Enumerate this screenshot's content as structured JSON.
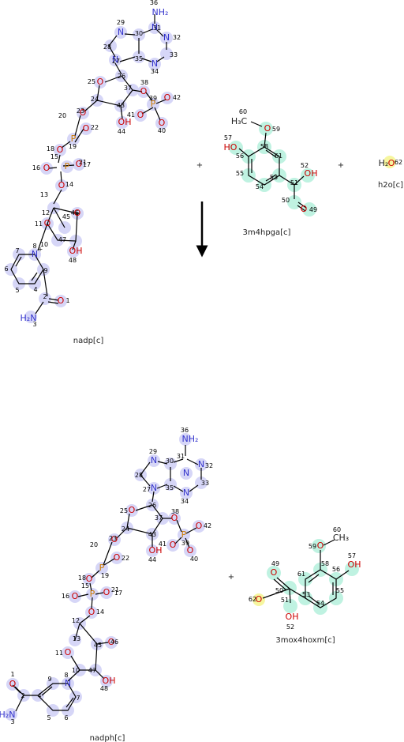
{
  "reaction": {
    "reactants": [
      {
        "name": "nadp[c]"
      },
      {
        "name": "3m4hpga[c]"
      },
      {
        "name": "h2o[c]"
      }
    ],
    "products": [
      {
        "name": "nadph[c]"
      },
      {
        "name": "3mox4hoxm[c]"
      }
    ],
    "operators": {
      "plus": "+"
    }
  },
  "colors": {
    "nitrogen": "#3333cc",
    "oxygen": "#cc0000",
    "phosphorus": "#cc7a00",
    "highlight_blue": "#c9c9f5",
    "highlight_green": "#b5f0dc",
    "highlight_yellow": "#f6f59a"
  }
}
